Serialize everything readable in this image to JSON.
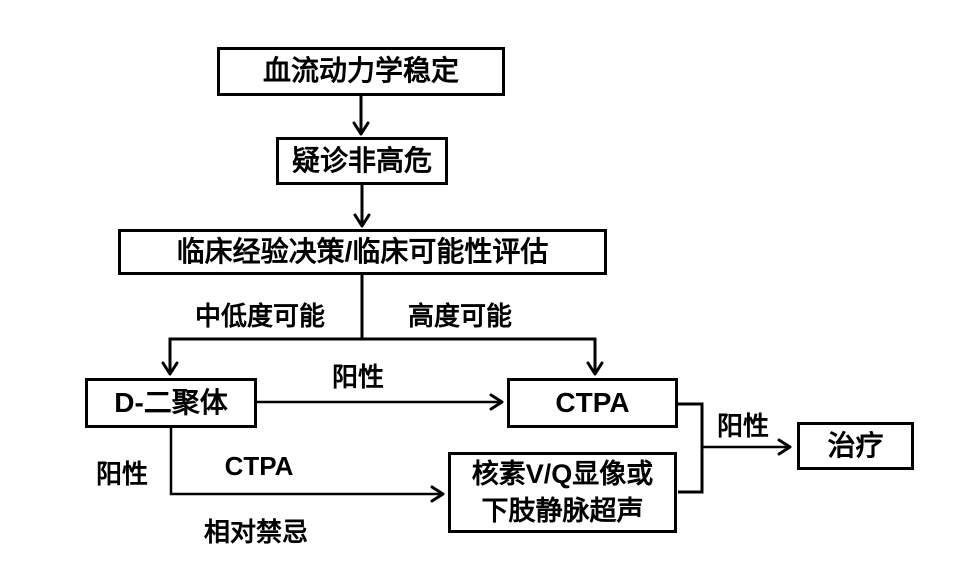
{
  "diagram": {
    "background_color": "#ffffff",
    "line_color": "#000000",
    "text_color": "#000000",
    "nodes": {
      "hemodynamic_stable": "血流动力学稳定",
      "suspected_non_high_risk": "疑诊非高危",
      "clinical_assessment": "临床经验决策/临床可能性评估",
      "d_dimer": "D-二聚体",
      "ctpa": "CTPA",
      "vq_scan_line1": "核素V/Q显像或",
      "vq_scan_line2": "下肢静脉超声",
      "treatment": "治疗"
    },
    "edge_labels": {
      "moderate_low_probability": "中低度可能",
      "high_probability": "高度可能",
      "positive_ddimer_to_ctpa": "阳性",
      "positive_left_branch": "阳性",
      "ctpa_word": "CTPA",
      "relative_contraindication": "相对禁忌",
      "positive_to_treatment": "阳性"
    }
  }
}
